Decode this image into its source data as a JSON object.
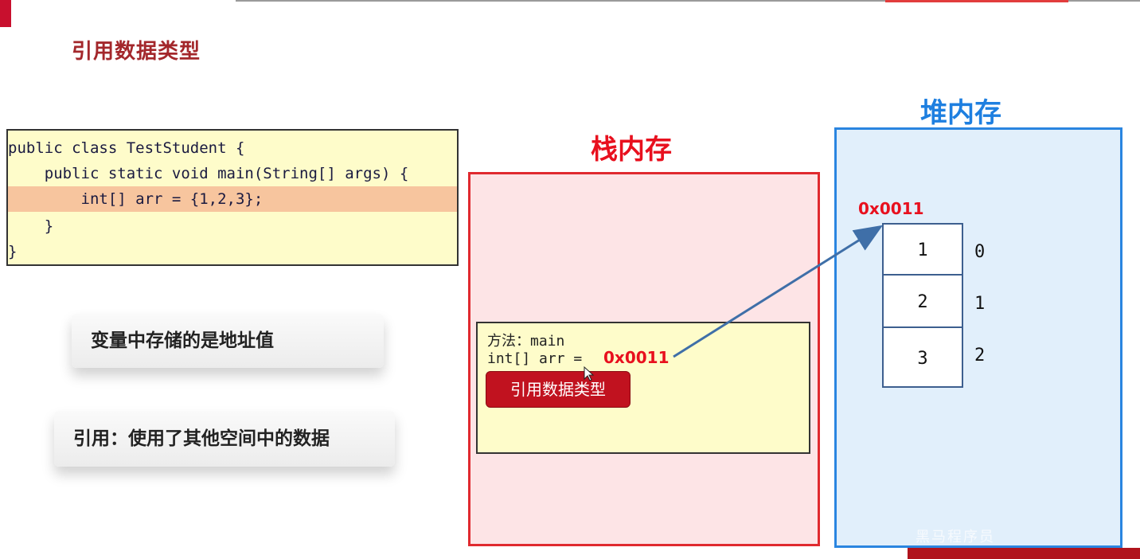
{
  "slide": {
    "title": "引用数据类型"
  },
  "code": {
    "lines": [
      "public class TestStudent {",
      "    public static void main(String[] args) {",
      "        int[] arr = {1,2,3};",
      "    }",
      "}"
    ]
  },
  "callouts": {
    "first": "变量中存储的是地址值",
    "second": "引用：使用了其他空间中的数据"
  },
  "stack": {
    "title": "栈内存",
    "method_line": "方法：main",
    "var_line": "int[] arr = ",
    "address": "0x0011",
    "ref_tag": "引用数据类型"
  },
  "heap": {
    "title": "堆内存",
    "address": "0x0011",
    "cells": [
      "1",
      "2",
      "3"
    ],
    "indices": [
      "0",
      "1",
      "2"
    ]
  },
  "colors": {
    "accent_red": "#e8101e",
    "heap_blue": "#2a85e0",
    "code_bg": "#fefcca",
    "highlight": "#f7c59e"
  },
  "watermark": "黑马程序员"
}
